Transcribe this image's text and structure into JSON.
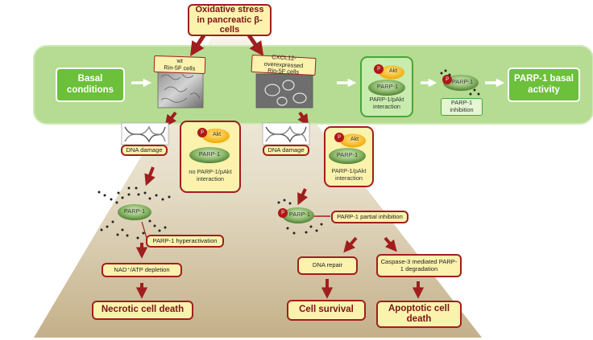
{
  "top": {
    "line1": "Oxidative stress",
    "line2_prefix": "in pancreatic ",
    "line2_greek": "β",
    "line2_suffix": "-cells"
  },
  "band": {
    "basal_conditions": "Basal conditions",
    "parp_basal_activity": "PARP-1 basal activity",
    "wt_label_1": "wt",
    "wt_label_2": "Rin-5F cells",
    "cxcl_label_1": "CXCL12-overexpressed",
    "cxcl_label_2": "Rin-5F cells",
    "interaction_caption": "PARP-1/pAkt interaction",
    "inhibition_caption": "PARP-1 inhibition"
  },
  "labels": {
    "p": "p",
    "akt": "Akt",
    "parp": "PARP-1",
    "dna_damage": "DNA damage",
    "no_interaction": "no PARP-1/pAkt interaction",
    "interaction": "PARP-1/pAkt interaction",
    "hyperactivation": "PARP-1 hyperactivation",
    "nad_depletion": "NAD⁺/ATP depletion",
    "necrotic": "Necrotic cell death",
    "partial_inhibition": "PARP-1 partial inhibition",
    "dna_repair": "DNA repair",
    "caspase": "Caspase-3 mediated PARP-1 degradation",
    "survival": "Cell survival",
    "apoptotic": "Apoptotic cell death"
  },
  "colors": {
    "band": "#b5dc92",
    "pyramid_top": "#f7f1e6",
    "pyramid_bottom": "#c6b48c",
    "arrow_red": "#a11e1e",
    "green_box": "#6cc03a",
    "box_fill": "#fbf2ad",
    "pakt_fill": "#f5b81a",
    "p_badge": "#b01818"
  },
  "icons": [
    "dna-helix-icon",
    "cell-micrograph",
    "parp-protein-icon",
    "pakt-icon",
    "phosphate-badge-icon"
  ]
}
